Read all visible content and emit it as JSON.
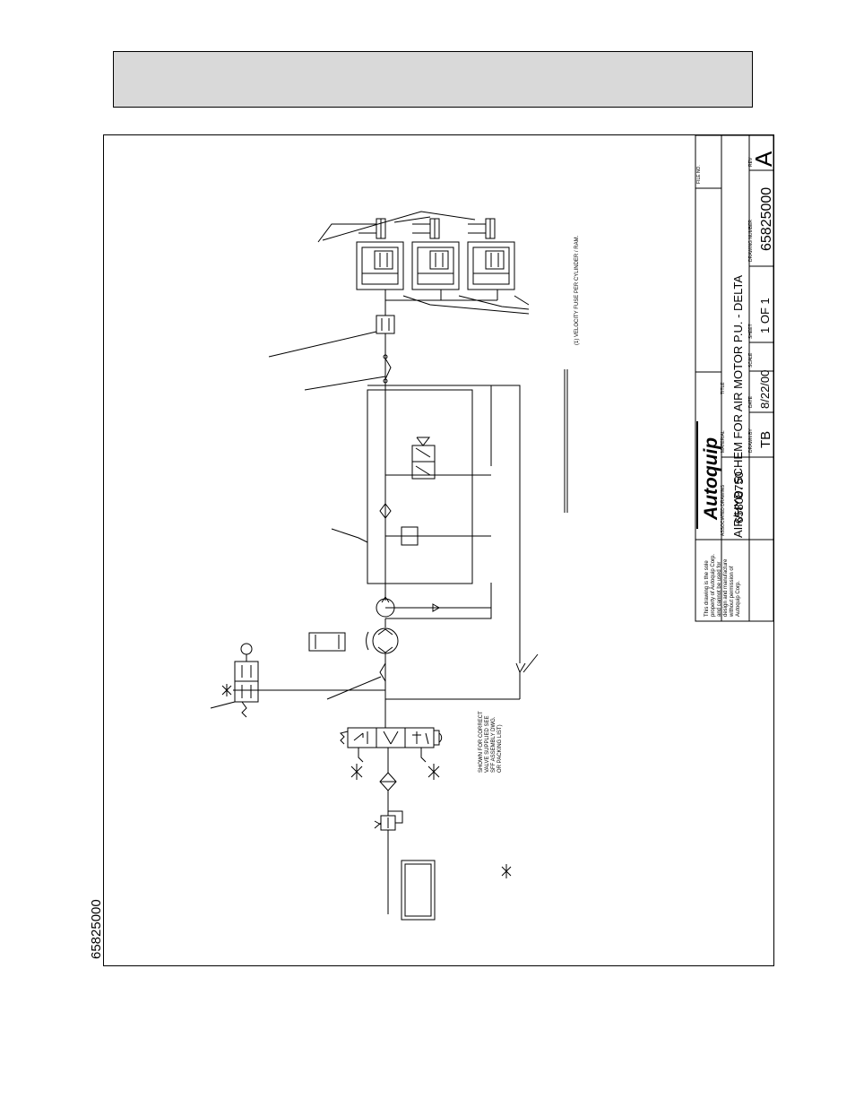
{
  "header": {
    "band_text": ""
  },
  "drawing": {
    "side_number": "65825000",
    "notes": {
      "velocity_fuse": "(1) VELOCITY FUSE PER CYLINDER / RAM.",
      "shown_line1": "SHOWN FOR CORRECT",
      "shown_line2": "VALVE SUPPLIED SEE",
      "shown_line3": "SFF ASSEMBLY DWG.",
      "shown_line4": "OR PACKING LIST)"
    }
  },
  "title_block": {
    "company": "Autoquip",
    "title": "AIR/HYD. SCHEM FOR AIR MOTOR P.U. - DELTA",
    "drawing_number": "65825000",
    "rev": "A",
    "sheet": "1 OF 1",
    "date": "8/22/00",
    "drawn_by": "TB",
    "ref_drawing": "65808750",
    "label_title": "TITLE",
    "label_drawing_number": "DRAWING NUMBER",
    "label_rev": "REV",
    "label_sheet": "SHEET",
    "label_date": "DATE",
    "label_drawn_by": "DRAWN BY",
    "label_ref_dwg": "ASSOCIATED DRAWING",
    "label_scale": "SCALE",
    "label_material": "MATERIAL",
    "label_file": "FILE NO.",
    "proprietary_1": "This drawing is the sole",
    "proprietary_2": "property of Autoquip Corp.",
    "proprietary_3": "and cannot be used for",
    "proprietary_4": "design and manufacture",
    "proprietary_5": "without permission of",
    "proprietary_6": "Autoquip Corp."
  }
}
